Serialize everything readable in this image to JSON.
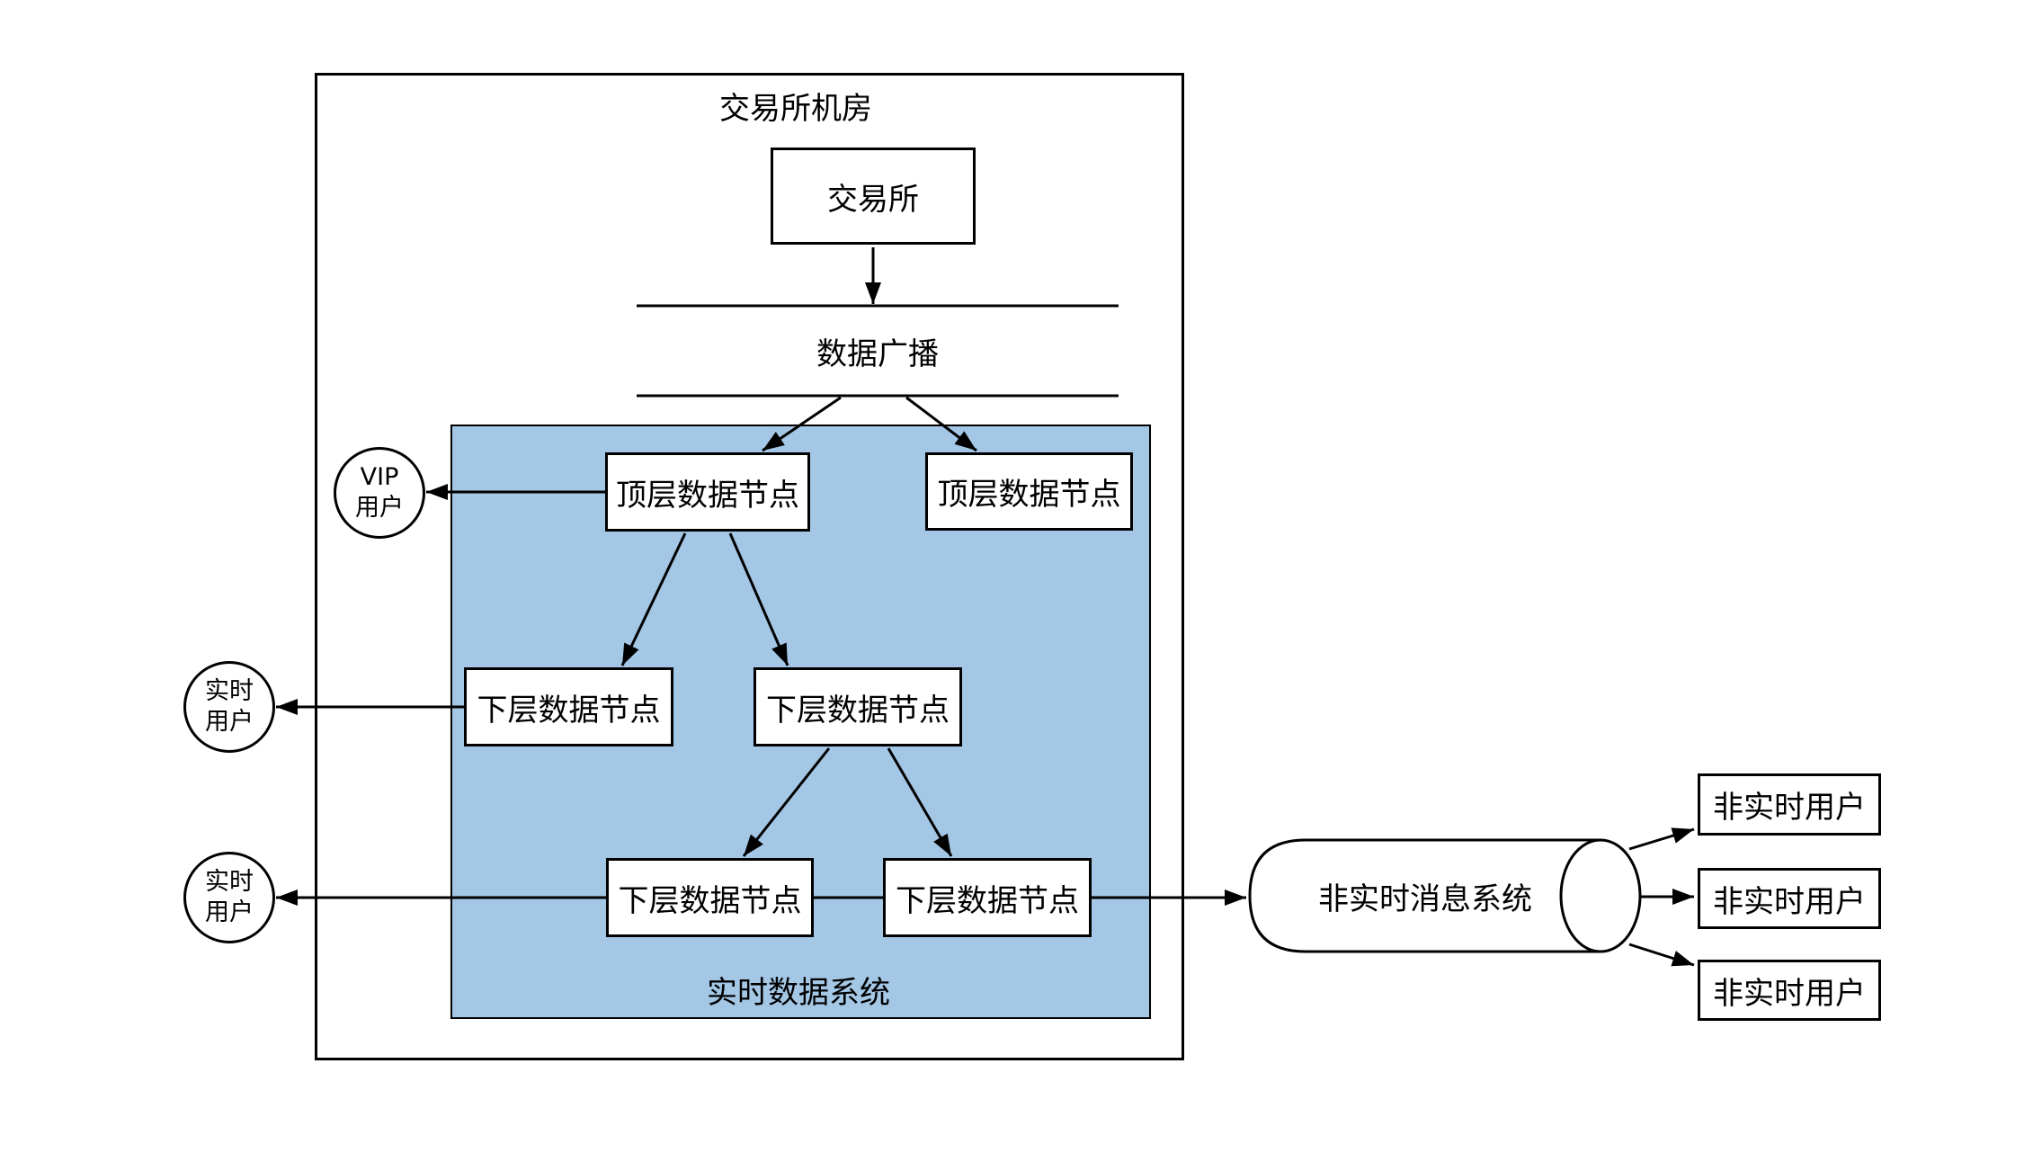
{
  "diagram": {
    "room_title": "交易所机房",
    "exchange_node": "交易所",
    "broadcast_label": "数据广播",
    "realtime_system_label": "实时数据系统",
    "top_nodes": [
      "顶层数据节点",
      "顶层数据节点"
    ],
    "mid_nodes": [
      "下层数据节点",
      "下层数据节点"
    ],
    "bottom_nodes": [
      "下层数据节点",
      "下层数据节点"
    ],
    "vip_user": {
      "line1": "VIP",
      "line2": "用户"
    },
    "realtime_user_1": {
      "line1": "实时",
      "line2": "用户"
    },
    "realtime_user_2": {
      "line1": "实时",
      "line2": "用户"
    },
    "message_system_label": "非实时消息系统",
    "non_realtime_users": [
      "非实时用户",
      "非实时用户",
      "非实时用户"
    ],
    "colors": {
      "realtime_system_fill": "#a4c7e6",
      "stroke": "#000000",
      "node_fill": "#ffffff"
    }
  }
}
